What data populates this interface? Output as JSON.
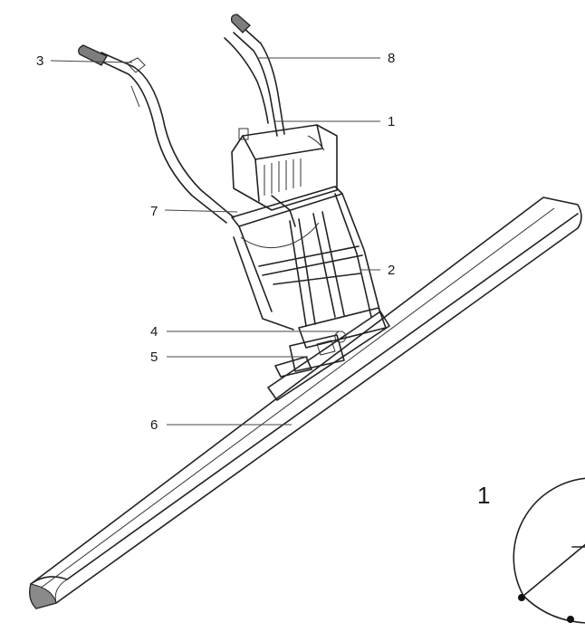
{
  "callouts": [
    {
      "id": "3",
      "text": "3"
    },
    {
      "id": "8",
      "text": "8"
    },
    {
      "id": "1",
      "text": "1"
    },
    {
      "id": "7",
      "text": "7"
    },
    {
      "id": "2",
      "text": "2"
    },
    {
      "id": "4",
      "text": "4"
    },
    {
      "id": "5",
      "text": "5"
    },
    {
      "id": "6",
      "text": "6"
    }
  ],
  "inset": {
    "label": "1"
  },
  "colors": {
    "line": "#222222",
    "shade": "#8a8a8a",
    "background": "#ffffff"
  }
}
